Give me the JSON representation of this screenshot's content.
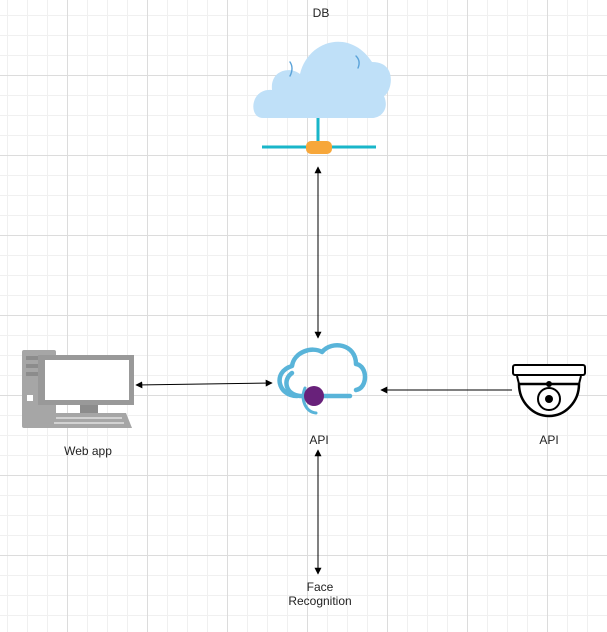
{
  "diagram": {
    "nodes": {
      "db": {
        "label": "DB",
        "icon": "cloud-database-icon"
      },
      "api_center": {
        "label": "API",
        "icon": "cloud-api-icon"
      },
      "camera_api": {
        "label": "API",
        "icon": "security-camera-icon"
      },
      "web_app": {
        "label": "Web app",
        "icon": "desktop-computer-icon"
      },
      "face_recognition": {
        "line1": "Face",
        "line2": "Recognition"
      }
    },
    "edges": [
      {
        "from": "db",
        "to": "api_center",
        "direction": "both"
      },
      {
        "from": "web_app",
        "to": "api_center",
        "direction": "both"
      },
      {
        "from": "camera_api",
        "to": "api_center",
        "direction": "to"
      },
      {
        "from": "api_center",
        "to": "face_recognition",
        "direction": "both"
      }
    ],
    "colors": {
      "cloud_fill": "#bfe0f8",
      "network_line": "#19b6c9",
      "connector": "#f7a73a",
      "api_cloud_stroke": "#59b4d9",
      "api_dot": "#68217a",
      "monitor": "#999999",
      "monitor_screen": "#ffffff",
      "camera": "#000000",
      "arrow": "#000000"
    }
  }
}
